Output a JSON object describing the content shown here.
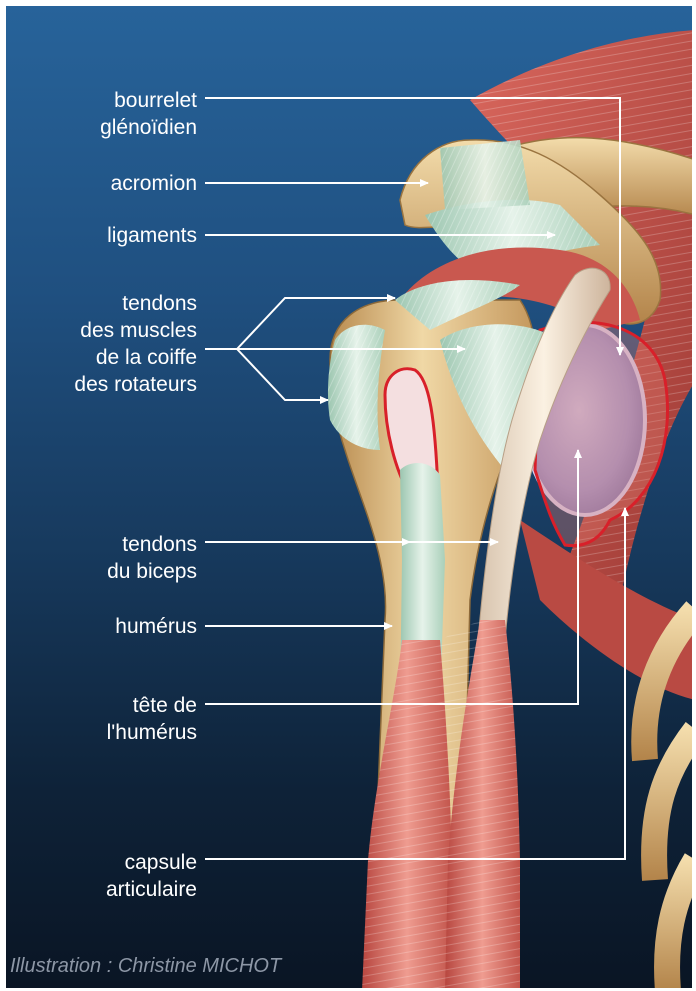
{
  "labels": {
    "bourrelet": [
      "bourrelet",
      "glénoïdien"
    ],
    "acromion": [
      "acromion"
    ],
    "ligaments": [
      "ligaments"
    ],
    "tendons_coiffe": [
      "tendons",
      "des muscles",
      "de la coiffe",
      "des rotateurs"
    ],
    "tendons_biceps": [
      "tendons",
      "du biceps"
    ],
    "humerus": [
      "humérus"
    ],
    "tete_humerus": [
      "tête de",
      "l'humérus"
    ],
    "capsule": [
      "capsule",
      "articulaire"
    ]
  },
  "credit": "Illustration : Christine MICHOT",
  "colors": {
    "background_top": "#27639a",
    "background_bottom": "#0a1524",
    "bone": "#e2c48a",
    "muscle": "#d9746a",
    "tendon": "#b9dcc8",
    "capsule_outline": "#d8202a",
    "leader_line": "#ffffff"
  }
}
